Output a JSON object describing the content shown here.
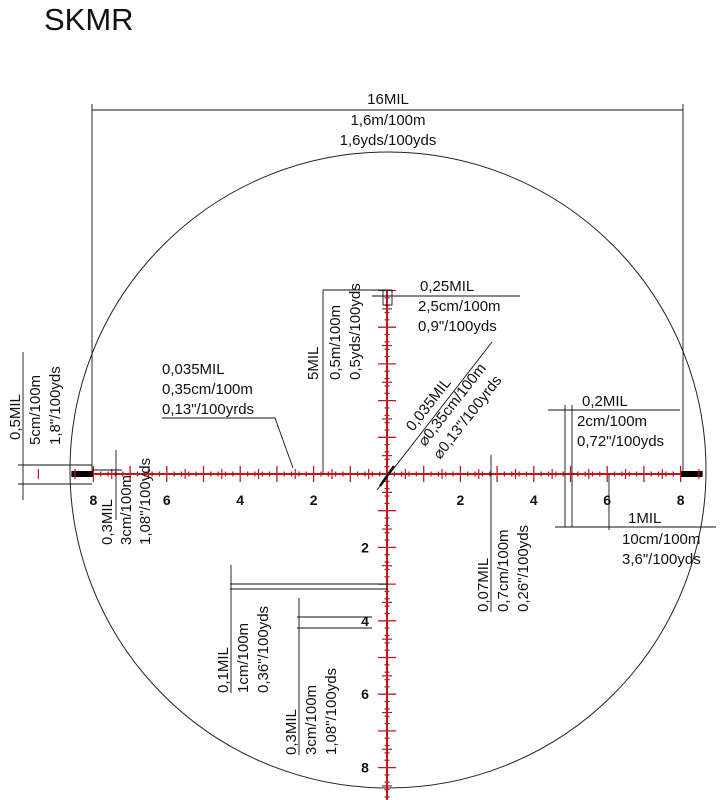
{
  "title": "SKMR",
  "colors": {
    "reticle": "#c0181e",
    "lines": "#111111"
  },
  "reticle": {
    "scale_max_mil": 8,
    "horizontal_numbers": [
      "2",
      "4",
      "6",
      "8"
    ],
    "vertical_numbers": [
      "2",
      "4",
      "6",
      "8"
    ]
  },
  "annotations": {
    "total_width": [
      "16MIL",
      "1,6m/100m",
      "1,6yds/100yds"
    ],
    "post_width": [
      "0,25MIL",
      "2,5cm/100m",
      "0,9\"/100yds"
    ],
    "post_height": [
      "5MIL",
      "0,5m/100m",
      "0,5yds/100yds"
    ],
    "tick_width": [
      "0,035MIL",
      "0,35cm/100m",
      "0,13\"/100yrds"
    ],
    "center_dot": [
      "0,035MIL",
      "⌀0,35cm/100m",
      "⌀0,13\"/100yrds"
    ],
    "half_tick": [
      "0,2MIL",
      "2cm/100m",
      "0,72\"/100yds"
    ],
    "major_spacing": [
      "1MIL",
      "10cm/100m",
      "3,6\"/100yds"
    ],
    "line_thickness": [
      "0,07MIL",
      "0,7cm/100m",
      "0,26\"/100yds"
    ],
    "thick_bar": [
      "0,5MIL",
      "5cm/100m",
      "1,8\"/100yds"
    ],
    "bar_gap": [
      "0,3MIL",
      "3cm/100m",
      "1,08\"/100yds"
    ],
    "small_tick": [
      "0,1MIL",
      "1cm/100m",
      "0,36\"/100yds"
    ],
    "vertical_tick": [
      "0,3MIL",
      "3cm/100m",
      "1,08\"/100yds"
    ]
  }
}
